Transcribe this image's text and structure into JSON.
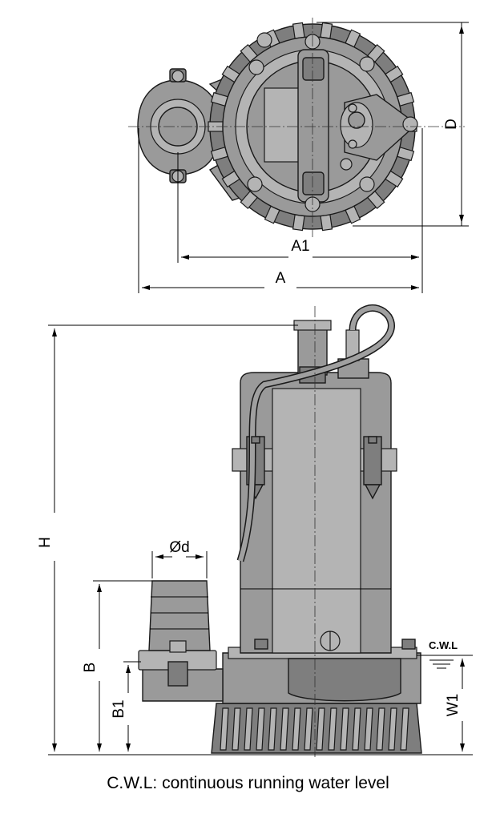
{
  "dimensions": {
    "A": "A",
    "A1": "A1",
    "D": "D",
    "H": "H",
    "B": "B",
    "B1": "B1",
    "W1": "W1",
    "d": "Ød",
    "cwl": "C.W.L"
  },
  "caption": "C.W.L: continuous running water level"
}
